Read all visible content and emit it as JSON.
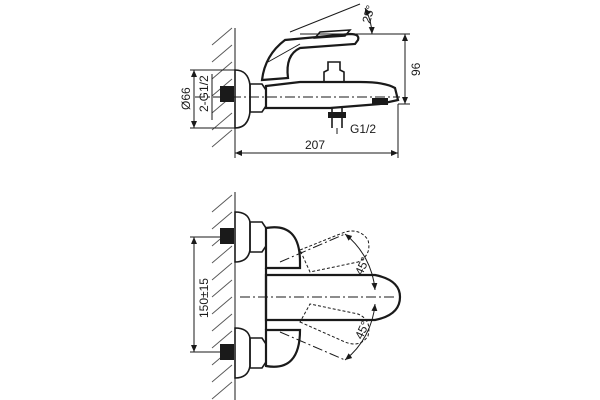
{
  "drawing": {
    "top_view": {
      "angle_label": "25°",
      "height_label": "96",
      "diameter_label": "Ø66",
      "thread_inlet_label": "2-G1/2",
      "thread_outlet_label": "G1/2",
      "width_label": "207"
    },
    "front_view": {
      "spacing_label": "150±15",
      "angle_upper_label": "45°",
      "angle_lower_label": "45°"
    }
  }
}
